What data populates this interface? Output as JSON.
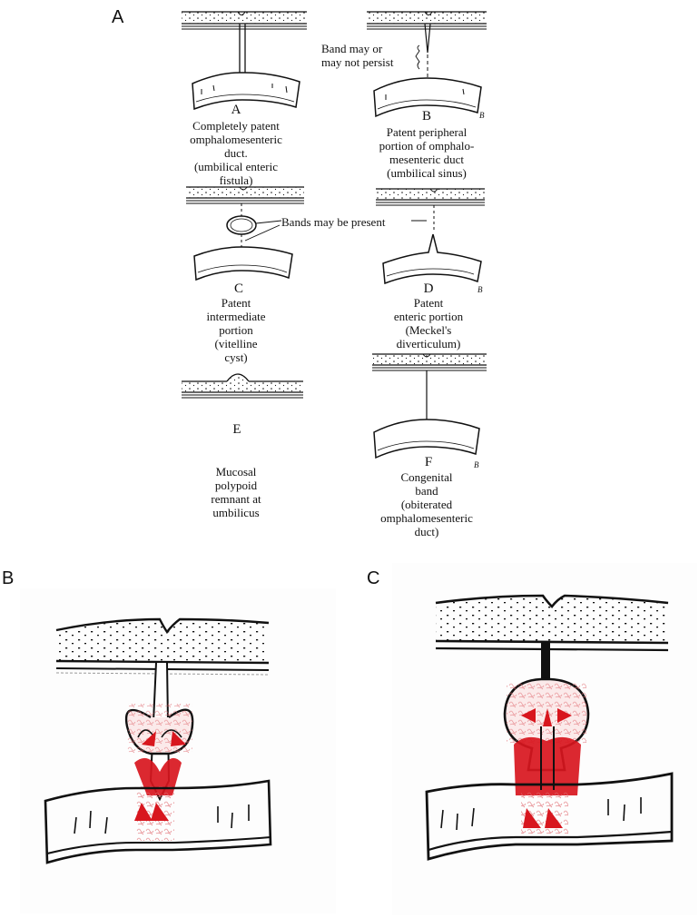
{
  "panels": {
    "A": {
      "letter": "A",
      "items": [
        {
          "id": "A",
          "letter": "A",
          "caption": "Completely patent\nomphalomesenteric\nduct.\n(umbilical enteric\nfistula)"
        },
        {
          "id": "B",
          "letter": "B",
          "caption": "Patent peripheral\nportion of omphalo-\nmesenteric duct\n(umbilical sinus)"
        },
        {
          "id": "C",
          "letter": "C",
          "caption": "Patent\nintermediate\nportion\n(vitelline\ncyst)"
        },
        {
          "id": "D",
          "letter": "D",
          "caption": "Patent\nenteric portion\n(Meckel's\ndiverticulum)"
        },
        {
          "id": "E",
          "letter": "E",
          "caption": "Mucosal\npolypoid\nremnant at\numbilicus"
        },
        {
          "id": "F",
          "letter": "F",
          "caption": "Congenital\nband\n(obiterated\nomphalomesenteric\nduct)"
        }
      ],
      "annotations": {
        "band_persist": "Band may or\nmay not persist",
        "bands_present": "Bands may be present"
      },
      "signature": "B"
    },
    "B": {
      "letter": "B"
    },
    "C": {
      "letter": "C"
    }
  },
  "colors": {
    "ink": "#111111",
    "red": "#d8161e",
    "paper": "#ffffff"
  }
}
